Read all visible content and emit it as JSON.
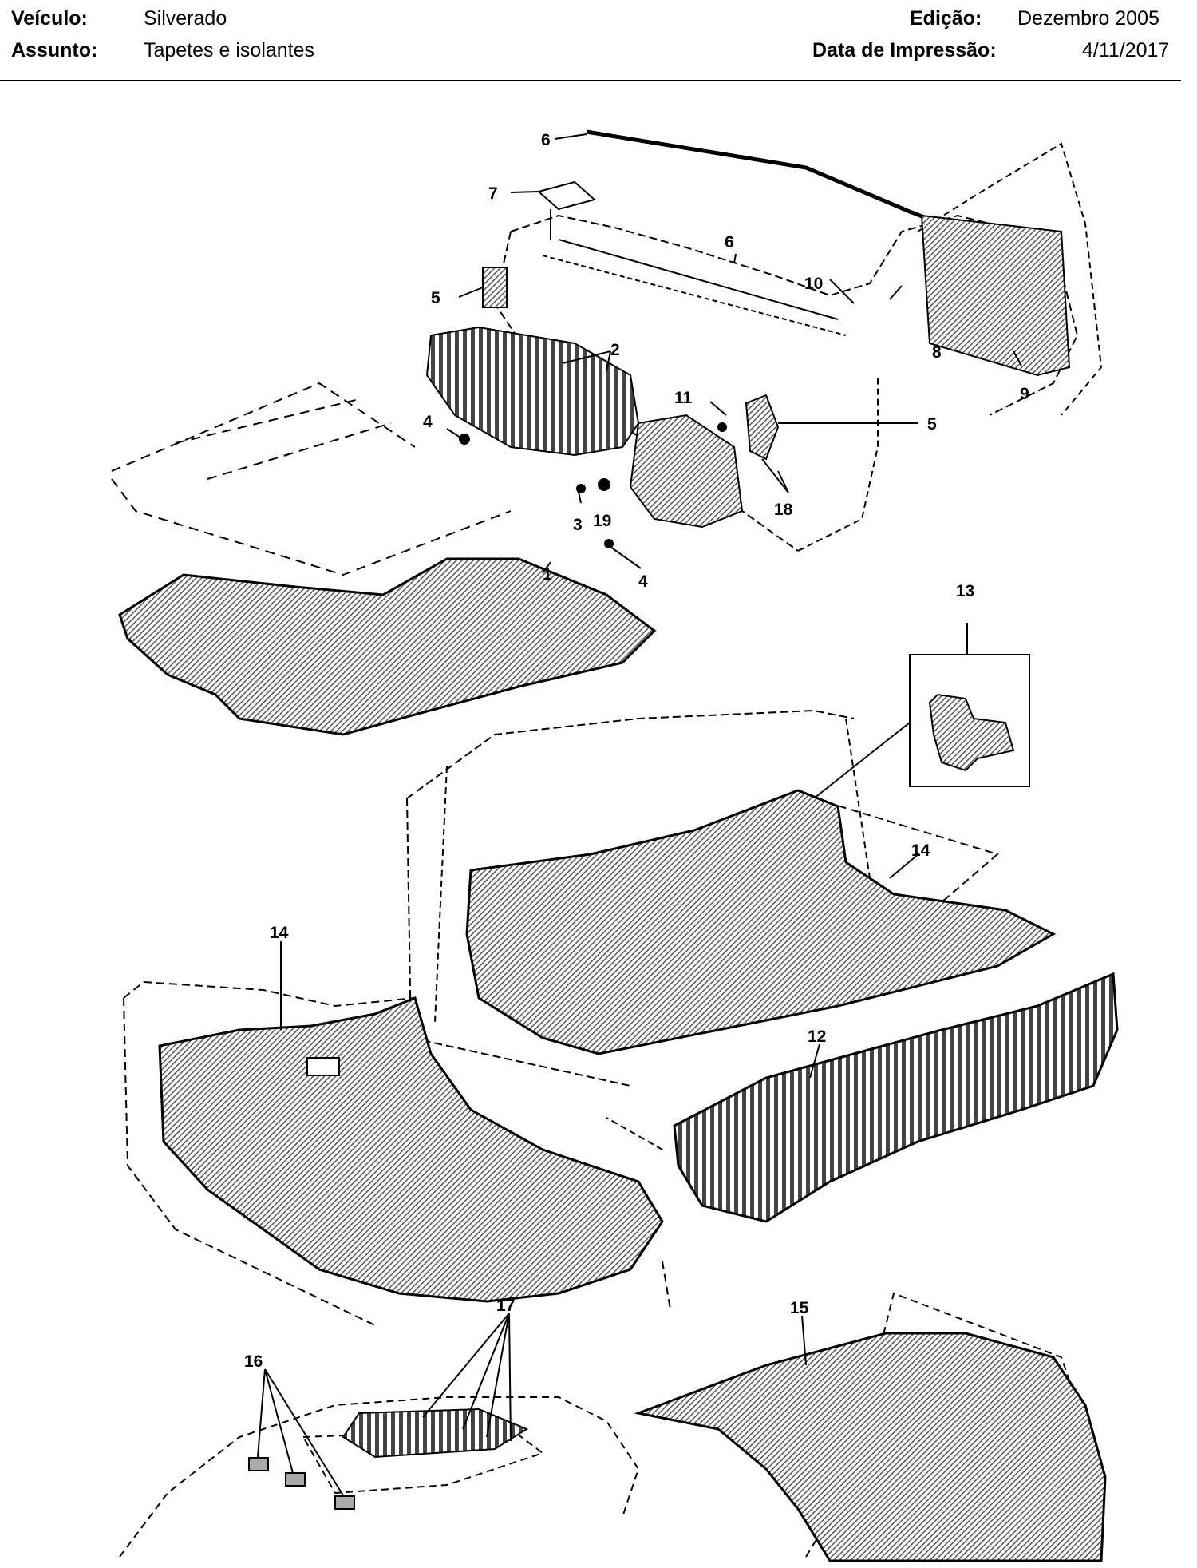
{
  "header": {
    "vehicle_label": "Veículo:",
    "vehicle_value": "Silverado",
    "subject_label": "Assunto:",
    "subject_value": "Tapetes e isolantes",
    "edition_label": "Edição:",
    "edition_value": "Dezembro 2005",
    "print_label": "Data de Impressão:",
    "print_value": "4/11/2017"
  },
  "diagram": {
    "callouts": [
      "6",
      "7",
      "6",
      "10",
      "5",
      "8",
      "9",
      "2",
      "11",
      "5",
      "4",
      "18",
      "3",
      "19",
      "4",
      "1",
      "13",
      "14",
      "14",
      "12",
      "17",
      "16",
      "15"
    ]
  },
  "colors": {
    "ink": "#000000",
    "paper": "#ffffff",
    "hatch": "#555555"
  }
}
